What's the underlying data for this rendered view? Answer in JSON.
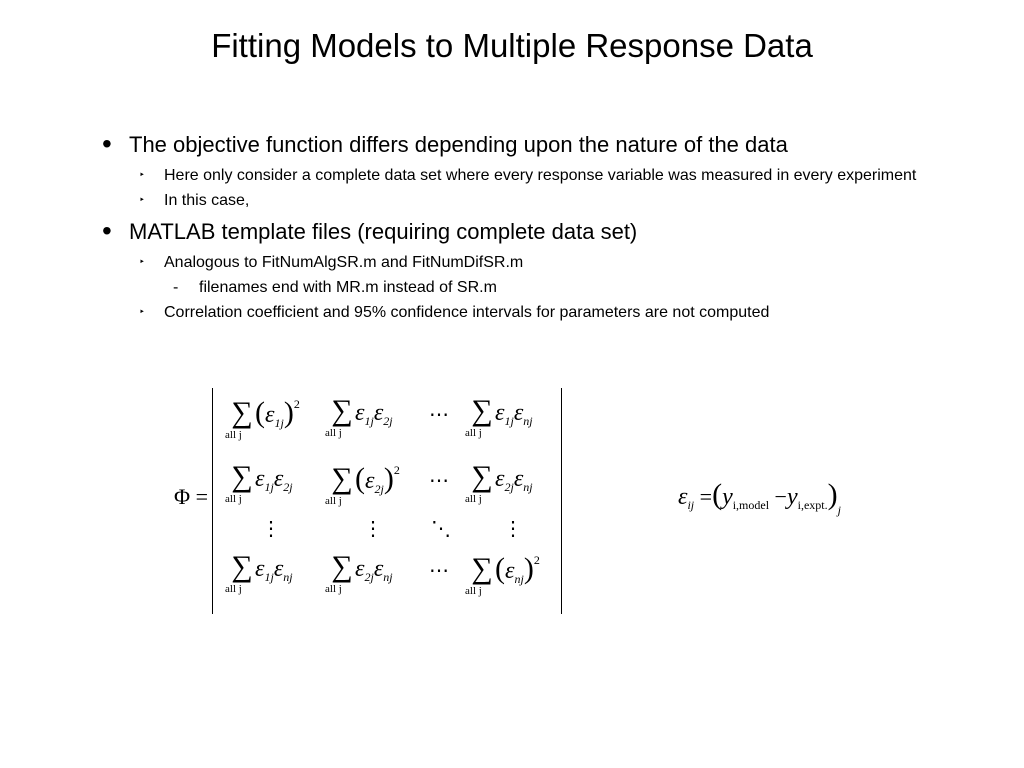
{
  "slide": {
    "title": "Fitting Models to Multiple Response Data",
    "bullets": [
      {
        "text": "The objective function differs depending upon the nature of the data",
        "children": [
          {
            "text": "Here only consider a complete data set where every response variable was measured in every experiment"
          },
          {
            "text": "In this case,"
          }
        ]
      },
      {
        "text": "MATLAB template files (requiring complete data set)",
        "children": [
          {
            "text": "Analogous to FitNumAlgSR.m and FitNumDifSR.m",
            "children": [
              {
                "text": "filenames end with MR.m instead of SR.m"
              }
            ]
          },
          {
            "text": "Correlation coefficient and 95% confidence intervals for parameters are not computed"
          }
        ]
      }
    ],
    "bullet_glyphs": {
      "level1": "•",
      "level2": "‣",
      "level3": "-"
    }
  },
  "equations": {
    "phi_lhs": "Φ =",
    "sum_symbol": "∑",
    "sum_limit": "all j",
    "matrix": {
      "rows": [
        [
          "(ε1j)^2",
          "ε1j ε2j",
          "⋯",
          "ε1j εnj"
        ],
        [
          "ε1j ε2j",
          "(ε2j)^2",
          "⋯",
          "ε2j εnj"
        ],
        [
          "⋮",
          "⋮",
          "⋱",
          "⋮"
        ],
        [
          "ε1j εnj",
          "ε2j εnj",
          "⋯",
          "(εnj)^2"
        ]
      ]
    },
    "residual": {
      "lhs": "ε",
      "lhs_sub": "ij",
      "eq": "=",
      "y": "y",
      "model_sub": "i,model",
      "minus": "−",
      "expt_sub": "i,expt.",
      "outer_sub": "j"
    },
    "glyphs": {
      "hdots": "⋯",
      "vdots": "⋮",
      "ddots": "⋱",
      "eps": "ε",
      "sq": "2",
      "lp": "(",
      "rp": ")"
    }
  }
}
